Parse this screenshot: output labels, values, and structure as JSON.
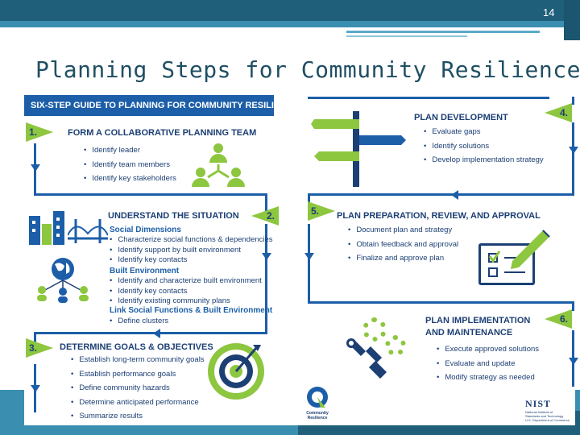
{
  "slide": {
    "number": "14",
    "title": "Planning Steps for Community Resilience"
  },
  "guide": {
    "header": "SIX-STEP GUIDE TO PLANNING FOR COMMUNITY RESILIENCE",
    "steps": [
      {
        "flag": "1.",
        "title": "FORM A COLLABORATIVE PLANNING TEAM",
        "bullets": [
          "Identify leader",
          "Identify team members",
          "Identify key stakeholders"
        ]
      },
      {
        "flag": "2.",
        "title": "UNDERSTAND THE SITUATION",
        "sections": [
          {
            "heading": "Social Dimensions",
            "bullets": [
              "Characterize social functions & dependencies",
              "Identify support by built environment",
              "Identify key contacts"
            ]
          },
          {
            "heading": "Built Environment",
            "bullets": [
              "Identify and characterize built environment",
              "Identify key contacts",
              "Identify existing community plans"
            ]
          },
          {
            "heading": "Link Social Functions & Built Environment",
            "bullets": [
              "Define clusters"
            ]
          }
        ]
      },
      {
        "flag": "3.",
        "title": "DETERMINE GOALS & OBJECTIVES",
        "bullets": [
          "Establish long-term community goals",
          "Establish performance goals",
          "Define community hazards",
          "Determine anticipated performance",
          "Summarize results"
        ]
      },
      {
        "flag": "4.",
        "title": "PLAN DEVELOPMENT",
        "bullets": [
          "Evaluate gaps",
          "Identify solutions",
          "Develop implementation strategy"
        ]
      },
      {
        "flag": "5.",
        "title": "PLAN PREPARATION, REVIEW, AND APPROVAL",
        "bullets": [
          "Document plan and strategy",
          "Obtain feedback and approval",
          "Finalize and approve plan"
        ]
      },
      {
        "flag": "6.",
        "title_line1": "PLAN IMPLEMENTATION",
        "title_line2": "AND MAINTENANCE",
        "bullets": [
          "Execute approved solutions",
          "Evaluate and update",
          "Modify strategy as needed"
        ]
      }
    ]
  },
  "logos": {
    "community_resilience_line1": "Community",
    "community_resilience_line2": "Resilience",
    "nist_word": "NIST",
    "nist_line1": "National Institute of",
    "nist_line2": "Standards and Technology",
    "nist_line3": "U.S. Department of Commerce"
  },
  "colors": {
    "navy": "#1c3f74",
    "blue": "#1c5ea8",
    "green": "#8dc63f",
    "slide_bar": "#1f5f7a",
    "slide_bar_light": "#3a8fb0"
  }
}
